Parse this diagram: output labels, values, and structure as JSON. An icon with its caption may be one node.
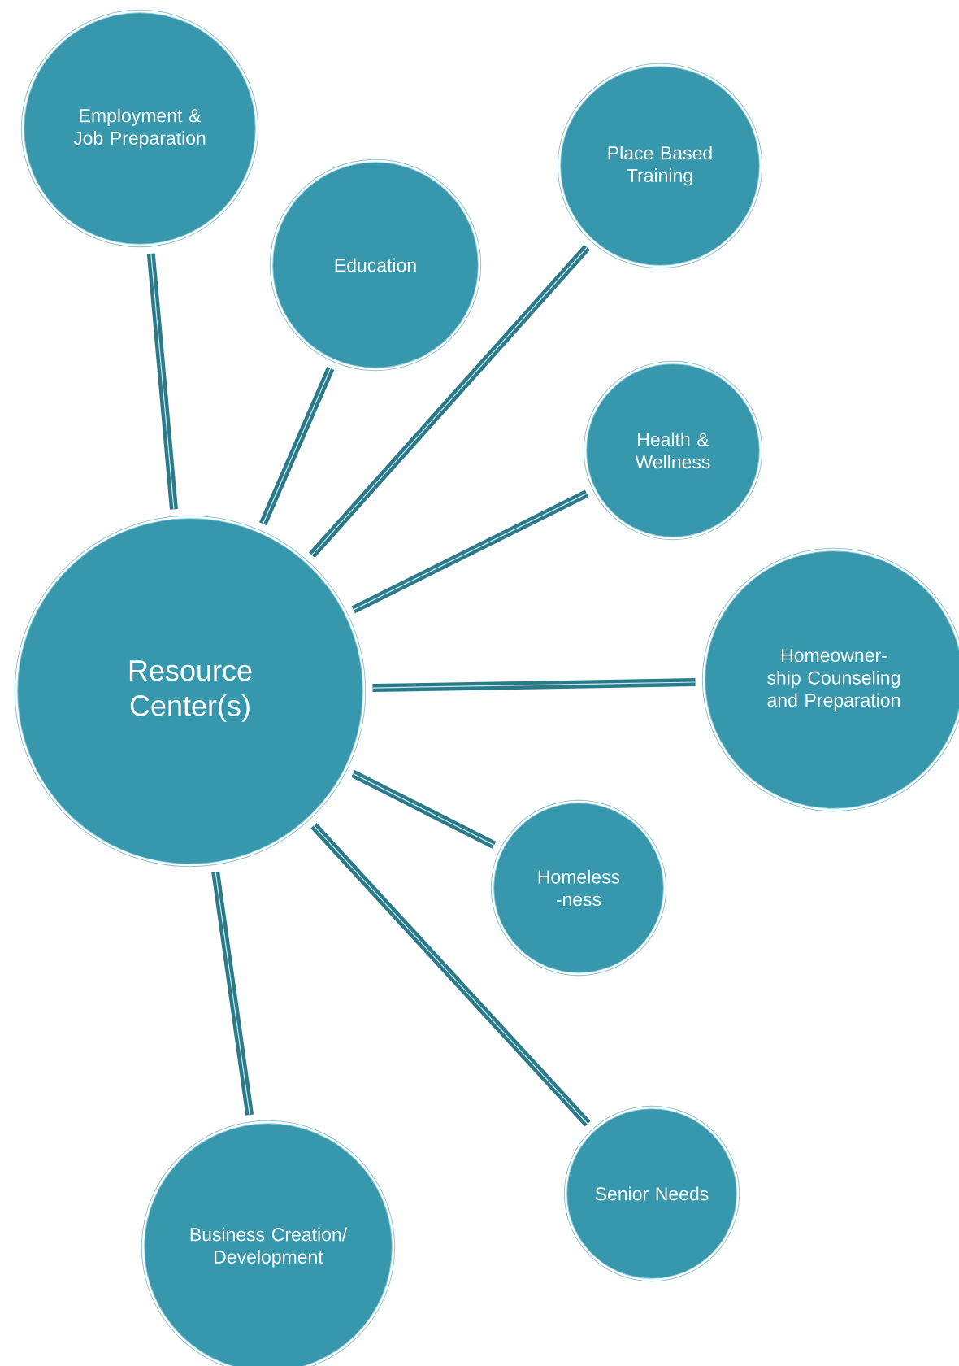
{
  "diagram": {
    "nodes": [
      {
        "text": [
          "Resource Center(s)"
        ]
      },
      {
        "text": [
          "Employment & Job Preparation"
        ]
      },
      {
        "text": [
          "Education"
        ]
      },
      {
        "text": [
          "Place Based Training"
        ]
      },
      {
        "text": [
          "Health & Wellness"
        ]
      },
      {
        "text": [
          "Homeowner- ship Counseling and Preparation"
        ]
      },
      {
        "text": [
          "Homeless -ness"
        ]
      },
      {
        "text": [
          "Senior Needs"
        ]
      },
      {
        "text": [
          "Business Creation/ Development"
        ]
      }
    ],
    "edges": [
      {
        "from": 0,
        "to": 1,
        "arrow": "none"
      },
      {
        "from": 0,
        "to": 2,
        "arrow": "none"
      },
      {
        "from": 0,
        "to": 3,
        "arrow": "none"
      },
      {
        "from": 0,
        "to": 4,
        "arrow": "none"
      },
      {
        "from": 0,
        "to": 5,
        "arrow": "none"
      },
      {
        "from": 0,
        "to": 6,
        "arrow": "none"
      },
      {
        "from": 0,
        "to": 7,
        "arrow": "none"
      },
      {
        "from": 0,
        "to": 8,
        "arrow": "none"
      }
    ]
  }
}
